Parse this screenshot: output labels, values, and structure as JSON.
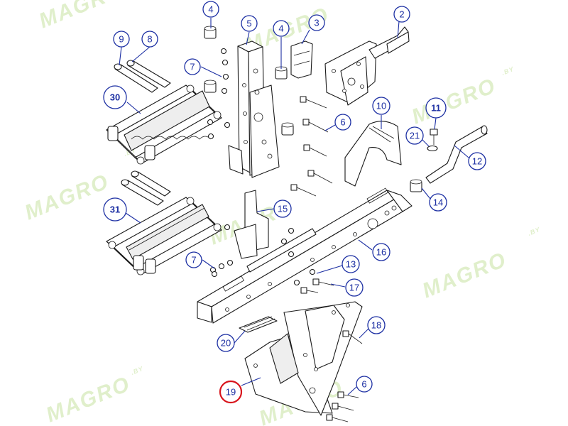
{
  "watermark": {
    "text": "MAGRO",
    "suffix": ".BY"
  },
  "colors": {
    "callout": "#1c2fa3",
    "highlight": "#d8141c",
    "watermark": "#c8e3a2"
  },
  "callouts": {
    "c2": "2",
    "c3": "3",
    "c4a": "4",
    "c4b": "4",
    "c5": "5",
    "c6a": "6",
    "c6b": "6",
    "c7a": "7",
    "c7b": "7",
    "c8": "8",
    "c9": "9",
    "c10": "10",
    "c11": "11",
    "c12": "12",
    "c13": "13",
    "c14": "14",
    "c15": "15",
    "c16": "16",
    "c17": "17",
    "c18": "18",
    "c19": "19",
    "c20": "20",
    "c21": "21",
    "c30": "30",
    "c31": "31"
  }
}
